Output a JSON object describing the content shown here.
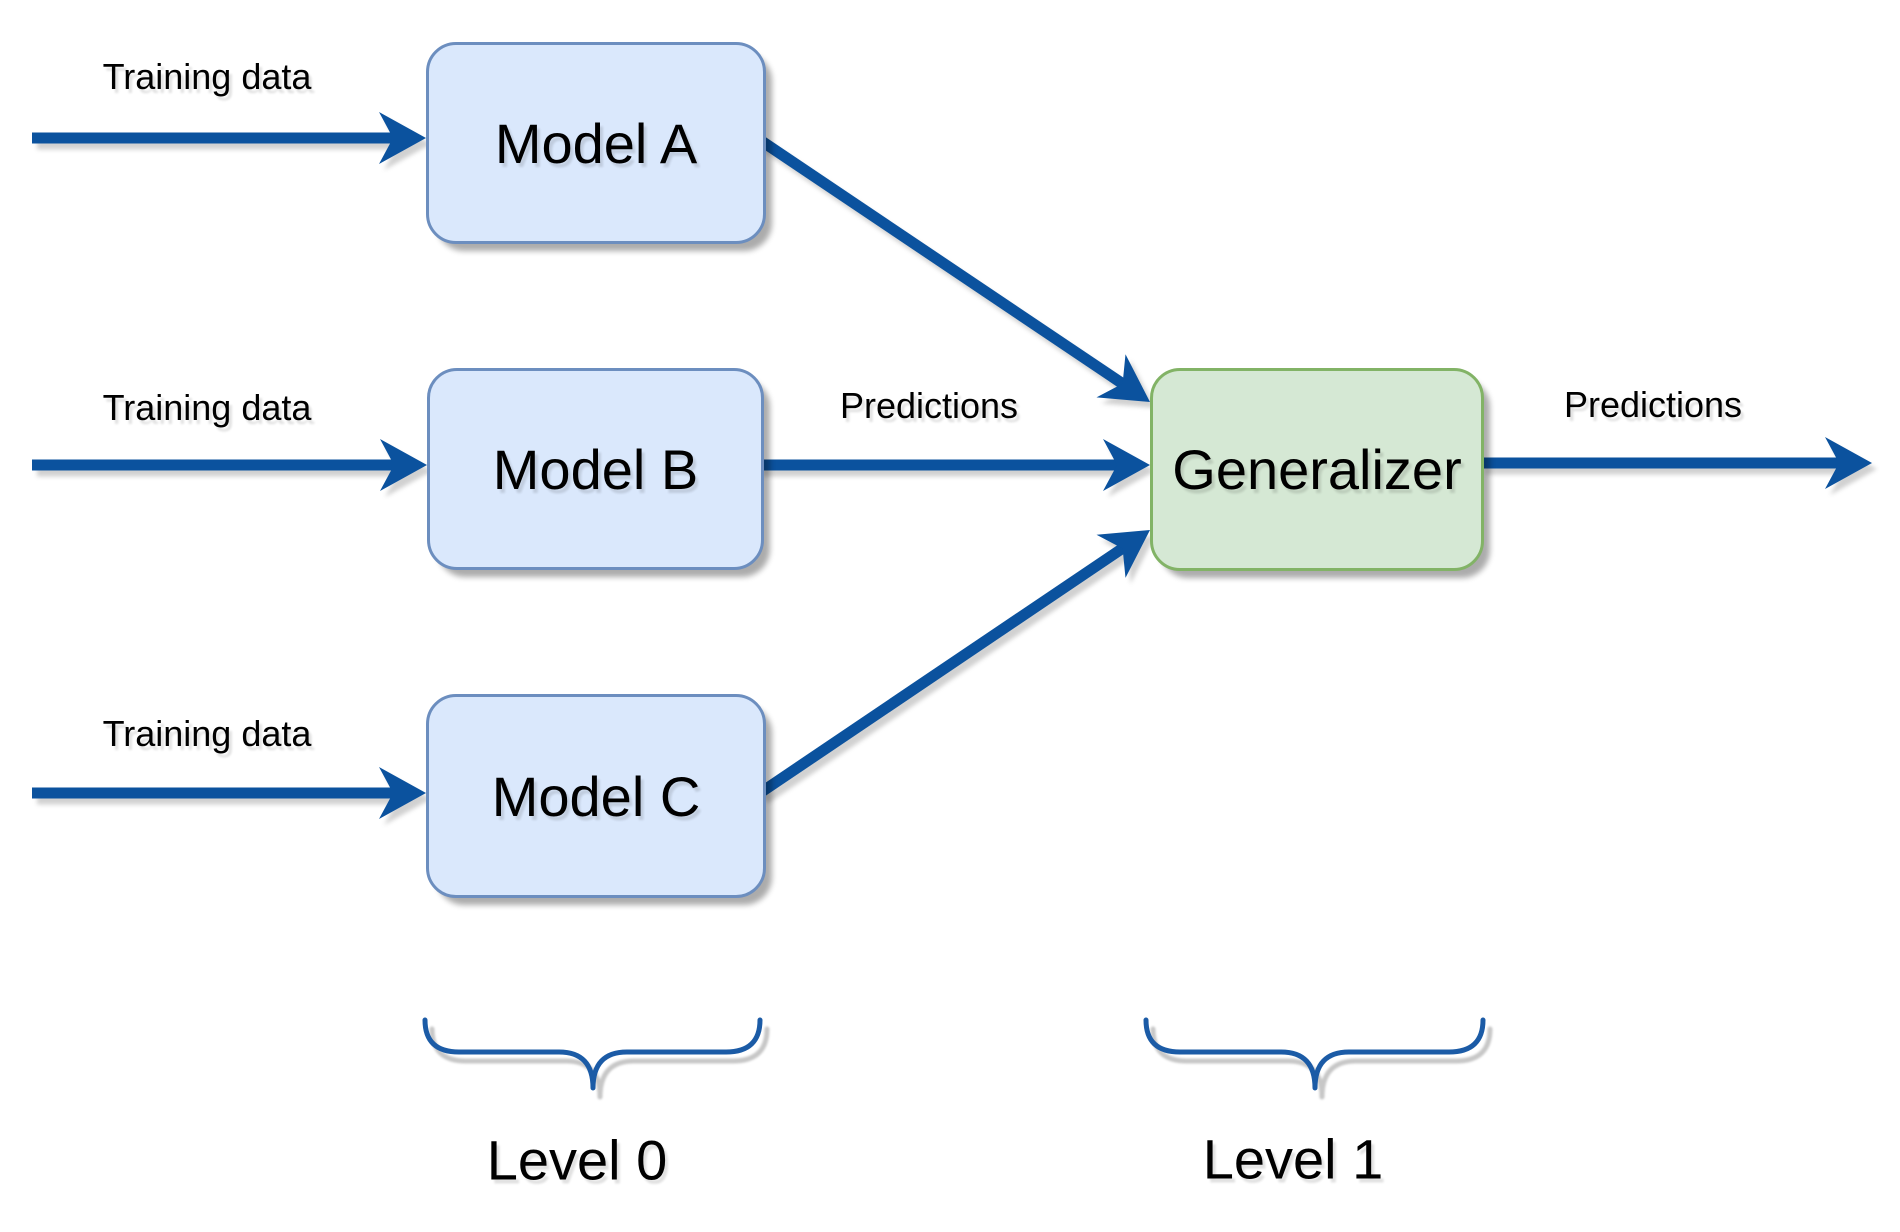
{
  "diagram": {
    "type": "stacked-generalization-flow",
    "levels": [
      "Level 0",
      "Level 1"
    ]
  },
  "nodes": {
    "model_a": {
      "label": "Model A"
    },
    "model_b": {
      "label": "Model B"
    },
    "model_c": {
      "label": "Model C"
    },
    "generalizer": {
      "label": "Generalizer"
    }
  },
  "edge_labels": {
    "training_a": "Training data",
    "training_b": "Training data",
    "training_c": "Training data",
    "predictions_mid": "Predictions",
    "predictions_out": "Predictions"
  },
  "group_labels": {
    "level0": "Level 0",
    "level1": "Level 1"
  },
  "colors": {
    "arrow": "#0b529e",
    "brace": "#1b5ba6",
    "model_fill": "#dae8fc",
    "model_border": "#6c8ebf",
    "generalizer_fill": "#d5e8d4",
    "generalizer_border": "#82b366",
    "text": "#000000",
    "background": "#ffffff"
  }
}
